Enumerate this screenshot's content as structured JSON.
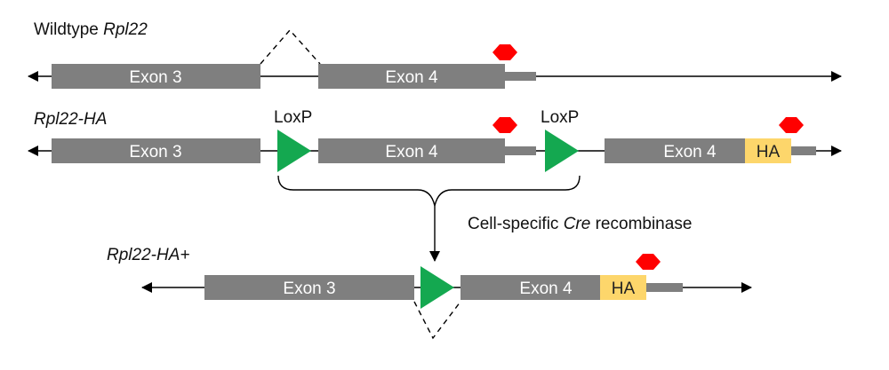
{
  "rows": {
    "wildtype": {
      "label_prefix": "Wildtype ",
      "label_italic": "Rpl22",
      "exon3": "Exon 3",
      "exon4": "Exon 4"
    },
    "floxed": {
      "label": "Rpl22-HA",
      "loxp_left": "LoxP",
      "loxp_right": "LoxP",
      "exon3": "Exon 3",
      "exon4": "Exon 4",
      "exon4_ha": "Exon 4",
      "ha": "HA"
    },
    "recombined": {
      "label": "Rpl22-HA+",
      "exon3": "Exon 3",
      "exon4": "Exon 4",
      "ha": "HA"
    }
  },
  "recombinase": {
    "prefix": "Cell-specific ",
    "italic": "Cre",
    "suffix": " recombinase"
  },
  "colors": {
    "exon": "#7f7f7f",
    "utr": "#7f7f7f",
    "ha_tag": "#fdd66b",
    "loxp": "#14a850",
    "stop_codon": "#ff0000",
    "line": "#000000"
  }
}
